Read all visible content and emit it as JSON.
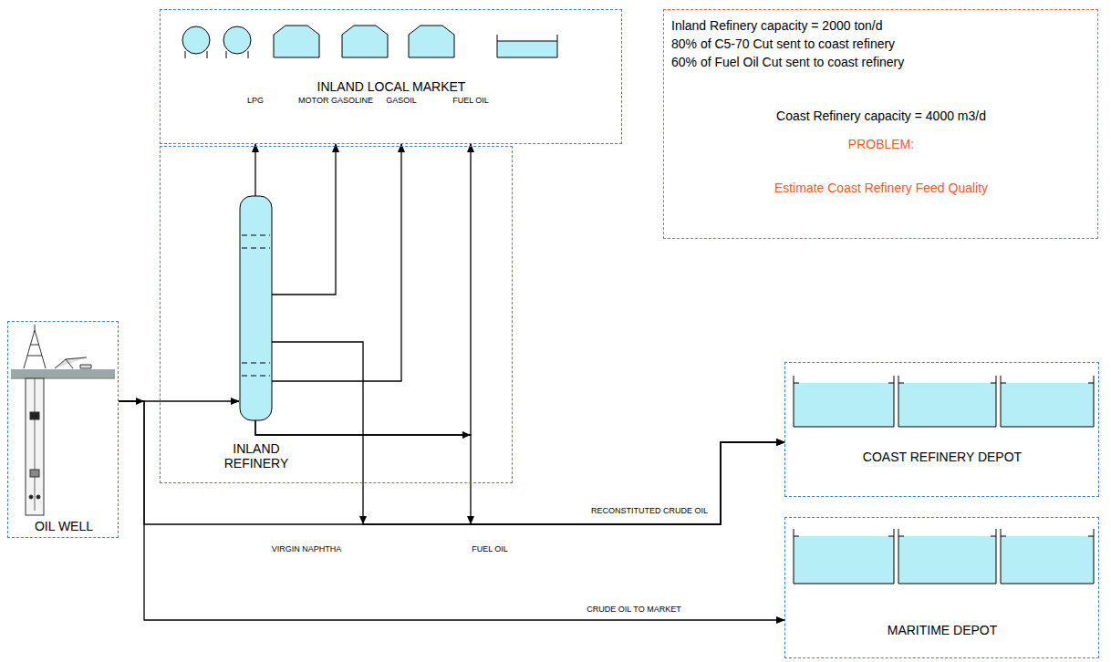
{
  "diagram": {
    "nodes": [
      {
        "text": [
          "INLAND LOCAL MARKET"
        ]
      },
      {
        "text": [
          "Inland Refinery capacity = 2000 ton/d",
          "80% of C5-70 Cut sent to coast refinery",
          "60% of Fuel Oil Cut sent to coast refinery",
          "Coast Refinery capacity = 4000 m3/d",
          "PROBLEM:",
          "Estimate Coast Refinery Feed Quality"
        ]
      },
      {
        "text": [
          "INLAND REFINERY"
        ]
      },
      {
        "text": [
          "OIL WELL"
        ]
      },
      {
        "text": [
          "COAST REFINERY DEPOT"
        ]
      },
      {
        "text": [
          "MARITIME DEPOT"
        ]
      }
    ],
    "edges": [
      {
        "from": 3,
        "to": 2,
        "arrow": "to"
      },
      {
        "from": 2,
        "to": 0,
        "label": "LPG",
        "arrow": "to"
      },
      {
        "from": 2,
        "to": 0,
        "label": "MOTOR GASOLINE",
        "arrow": "to"
      },
      {
        "from": 2,
        "to": 0,
        "label": "GASOIL",
        "arrow": "to"
      },
      {
        "from": 2,
        "to": 0,
        "label": "FUEL OIL",
        "arrow": "to"
      },
      {
        "from": 2,
        "to": 4,
        "label": "VIRGIN NAPHTHA",
        "arrow": "to"
      },
      {
        "from": 2,
        "to": 4,
        "label": "FUEL OIL",
        "arrow": "to"
      },
      {
        "from": 3,
        "to": 4,
        "label": "RECONSTITUTED CRUDE OIL",
        "arrow": "to"
      },
      {
        "from": 3,
        "to": 5,
        "label": "CRUDE OIL TO MARKET",
        "arrow": "to"
      }
    ]
  }
}
